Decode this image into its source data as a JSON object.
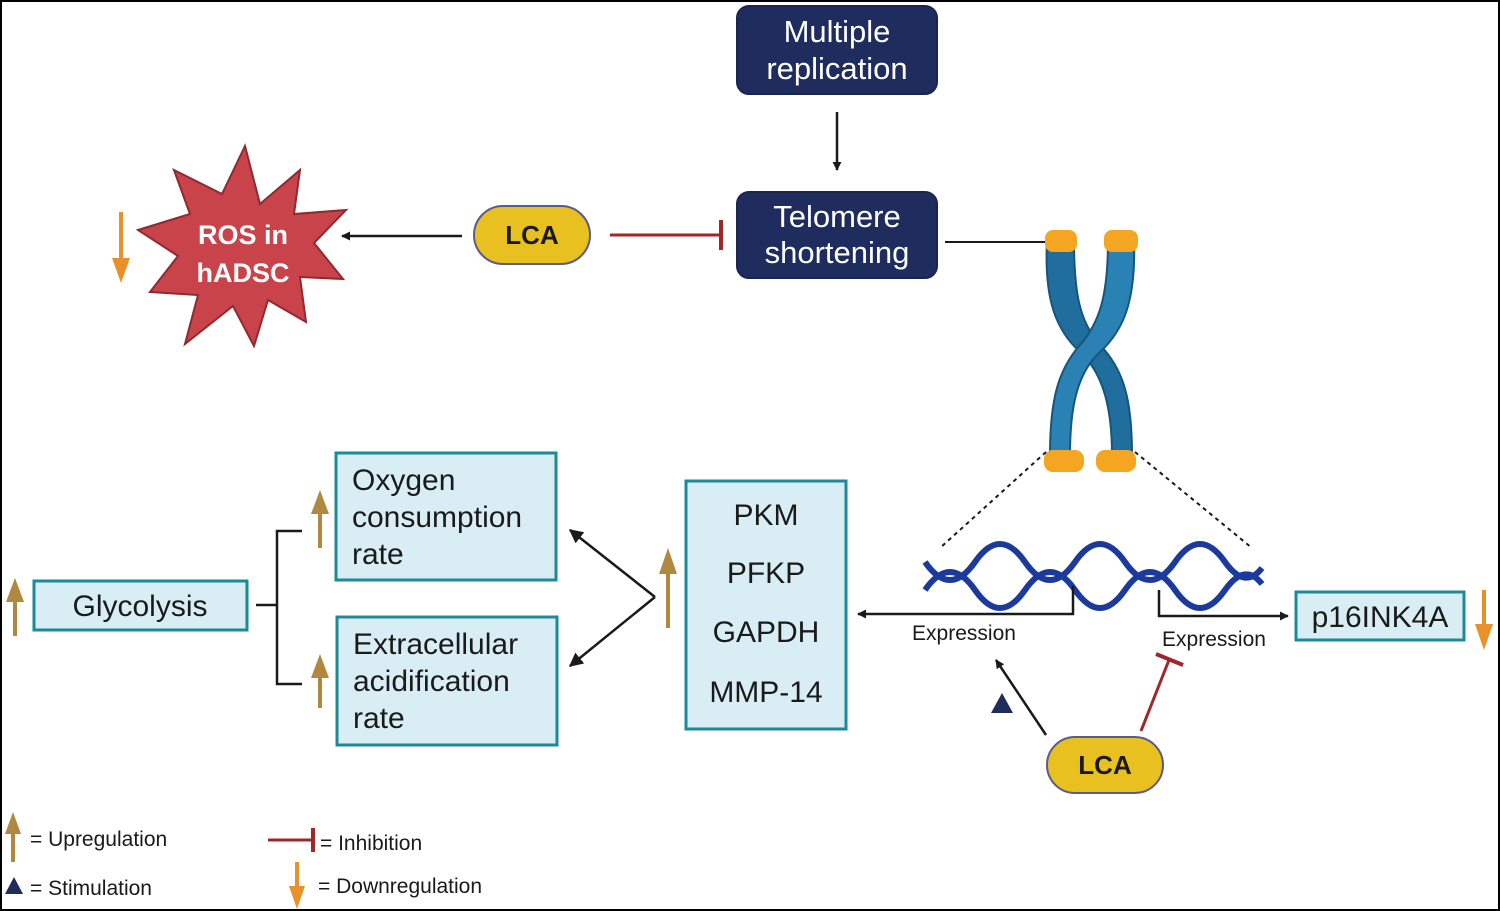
{
  "colors": {
    "navy_box": "#1f2d5e",
    "teal_box_fill": "#d8eef4",
    "teal_box_stroke": "#1d8a99",
    "lca_fill": "#e8c020",
    "lca_stroke": "#5a5a8c",
    "ros_fill": "#c8434a",
    "inhibit": "#a0262a",
    "up_arrow": "#b08840",
    "down_arrow": "#e8902a",
    "chromosome": "#1f6e9e",
    "telomere_cap": "#f4a623",
    "dna": "#1c3a9c"
  },
  "nodes": {
    "multiple_replication": [
      "Multiple",
      "replication"
    ],
    "telomere_shortening": [
      "Telomere",
      "shortening"
    ],
    "lca_top": "LCA",
    "lca_bottom": "LCA",
    "ros": [
      "ROS in",
      "hADSC"
    ],
    "glycolysis": "Glycolysis",
    "oxygen": [
      "Oxygen",
      "consumption",
      "rate"
    ],
    "extracellular": [
      "Extracellular",
      "acidification",
      "rate"
    ],
    "genes": [
      "PKM",
      "PFKP",
      "GAPDH",
      "MMP-14"
    ],
    "p16": "p16INK4A",
    "expression_left": "Expression",
    "expression_right": "Expression"
  },
  "legend": {
    "upregulation": "= Upregulation",
    "stimulation": "= Stimulation",
    "inhibition": "= Inhibition",
    "downregulation": "= Downregulation"
  }
}
